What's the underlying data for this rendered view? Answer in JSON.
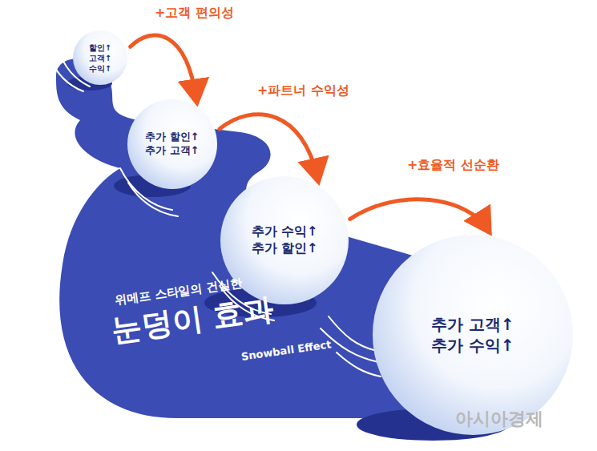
{
  "diagram": {
    "nodes": [
      {
        "text": [
          "할인↑",
          "고객↑",
          "수익↑"
        ]
      },
      {
        "text": [
          "추가 할인↑",
          "추가 고객↑"
        ]
      },
      {
        "text": [
          "추가 수익↑",
          "추가 할인↑"
        ]
      },
      {
        "text": [
          "추가 고객↑",
          "추가 수익↑"
        ]
      }
    ],
    "edges": [
      {
        "from": 0,
        "to": 1,
        "label": "+고객 편의성",
        "arrow": "to"
      },
      {
        "from": 1,
        "to": 2,
        "label": "+파트너 수익성",
        "arrow": "to"
      },
      {
        "from": 2,
        "to": 3,
        "label": "+효율적 선순환",
        "arrow": "to"
      }
    ],
    "labels": [
      "위메프 스타일의 건실한",
      "눈덩이 효과",
      "Snowball Effect",
      "아시아경제"
    ]
  }
}
